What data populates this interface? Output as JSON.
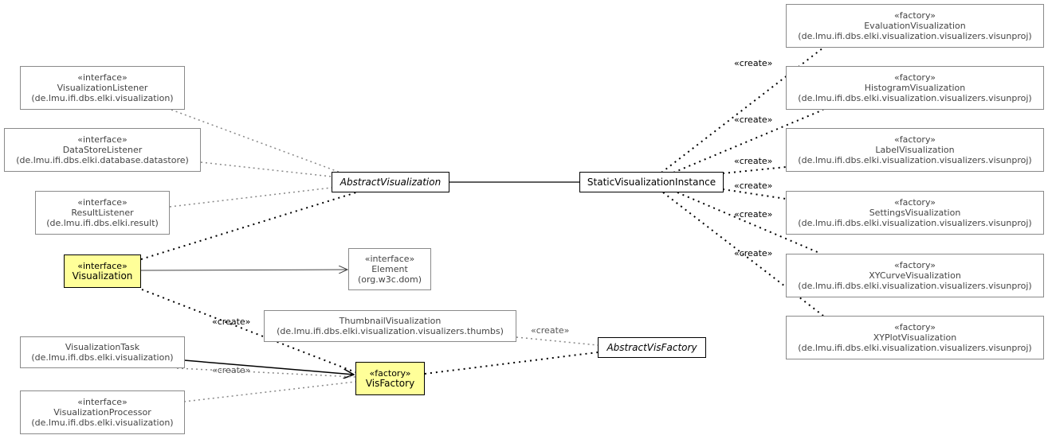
{
  "nodes": {
    "visualization_listener": {
      "stereotype": "«interface»",
      "name": "VisualizationListener",
      "pkg": "(de.lmu.ifi.dbs.elki.visualization)"
    },
    "datastore_listener": {
      "stereotype": "«interface»",
      "name": "DataStoreListener",
      "pkg": "(de.lmu.ifi.dbs.elki.database.datastore)"
    },
    "result_listener": {
      "stereotype": "«interface»",
      "name": "ResultListener",
      "pkg": "(de.lmu.ifi.dbs.elki.result)"
    },
    "visualization": {
      "stereotype": "«interface»",
      "name": "Visualization"
    },
    "element": {
      "stereotype": "«interface»",
      "name": "Element",
      "pkg": "(org.w3c.dom)"
    },
    "thumbnail_visualization": {
      "name": "ThumbnailVisualization",
      "pkg": "(de.lmu.ifi.dbs.elki.visualization.visualizers.thumbs)"
    },
    "visualization_task": {
      "name": "VisualizationTask",
      "pkg": "(de.lmu.ifi.dbs.elki.visualization)"
    },
    "visualization_processor": {
      "stereotype": "«interface»",
      "name": "VisualizationProcessor",
      "pkg": "(de.lmu.ifi.dbs.elki.visualization)"
    },
    "vis_factory": {
      "stereotype": "«factory»",
      "name": "VisFactory"
    },
    "abstract_vis_factory": {
      "name": "AbstractVisFactory"
    },
    "abstract_visualization": {
      "name": "AbstractVisualization"
    },
    "static_visualization_instance": {
      "name": "StaticVisualizationInstance"
    },
    "evaluation_visualization": {
      "stereotype": "«factory»",
      "name": "EvaluationVisualization",
      "pkg": "(de.lmu.ifi.dbs.elki.visualization.visualizers.visunproj)"
    },
    "histogram_visualization": {
      "stereotype": "«factory»",
      "name": "HistogramVisualization",
      "pkg": "(de.lmu.ifi.dbs.elki.visualization.visualizers.visunproj)"
    },
    "label_visualization": {
      "stereotype": "«factory»",
      "name": "LabelVisualization",
      "pkg": "(de.lmu.ifi.dbs.elki.visualization.visualizers.visunproj)"
    },
    "settings_visualization": {
      "stereotype": "«factory»",
      "name": "SettingsVisualization",
      "pkg": "(de.lmu.ifi.dbs.elki.visualization.visualizers.visunproj)"
    },
    "xycurve_visualization": {
      "stereotype": "«factory»",
      "name": "XYCurveVisualization",
      "pkg": "(de.lmu.ifi.dbs.elki.visualization.visualizers.visunproj)"
    },
    "xyplot_visualization": {
      "stereotype": "«factory»",
      "name": "XYPlotVisualization",
      "pkg": "(de.lmu.ifi.dbs.elki.visualization.visualizers.visunproj)"
    }
  },
  "edge_labels": {
    "create": "«create»"
  },
  "colors": {
    "highlight": "#ffff99",
    "strong_line": "#000000",
    "weak_line": "#888888"
  }
}
